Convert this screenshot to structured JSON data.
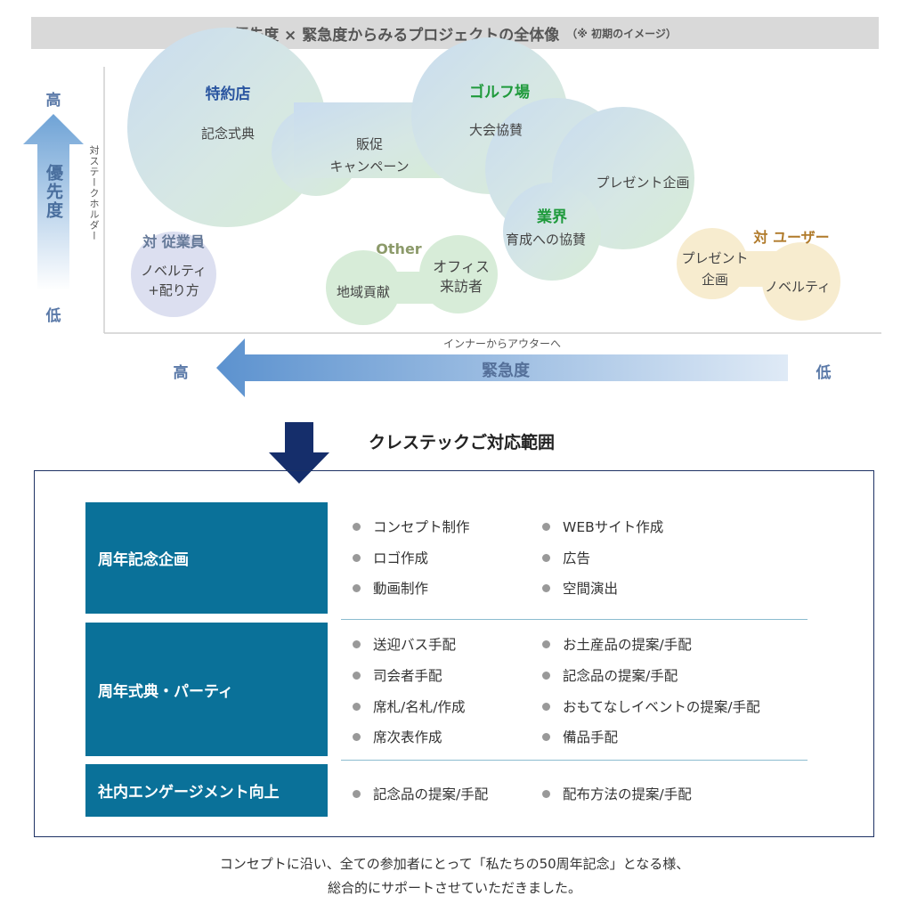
{
  "header": {
    "title": "優先度 × 緊急度からみるプロジェクトの全体像",
    "note": "（※ 初期のイメージ）"
  },
  "axes": {
    "y_label_vertical": "対ステークホルダー",
    "y_arrow_label": "優先度",
    "y_high": "高",
    "y_low": "低",
    "x_caption": "インナーからアウターへ",
    "x_arrow_label": "緊急度",
    "x_high": "高",
    "x_low": "低"
  },
  "groups": {
    "tokuyakuten": {
      "name": "特約店",
      "items": [
        "記念式典",
        "販促",
        "キャンペーン"
      ],
      "color": "#2a55a0"
    },
    "golf": {
      "name": "ゴルフ場",
      "items": [
        "大会協賛",
        "プレゼント企画"
      ],
      "color": "#1f9a3c"
    },
    "gyokai": {
      "name": "業界",
      "items": [
        "育成への協賛"
      ],
      "color": "#1f9a3c"
    },
    "employee": {
      "name": "対 従業員",
      "items": [
        "ノベルティ",
        "+配り方"
      ],
      "color": "#667a99"
    },
    "other": {
      "name": "Other",
      "items": [
        "地域貢献",
        "オフィス",
        "来訪者"
      ],
      "color": "#8c9a6a"
    },
    "user": {
      "name": "対 ユーザー",
      "items": [
        "プレゼント",
        "企画",
        "ノベルティ"
      ],
      "color": "#b07a2a"
    }
  },
  "scope": {
    "title": "クレステックご対応範囲",
    "categories": [
      {
        "label": "周年記念企画",
        "left": [
          "コンセプト制作",
          "ロゴ作成",
          "動画制作"
        ],
        "right": [
          "WEBサイト作成",
          "広告",
          "空間演出"
        ]
      },
      {
        "label": "周年式典・パーティ",
        "left": [
          "送迎バス手配",
          "司会者手配",
          "席札/名札/作成",
          "席次表作成"
        ],
        "right": [
          "お土産品の提案/手配",
          "記念品の提案/手配",
          "おもてなしイベントの提案/手配",
          "備品手配"
        ]
      },
      {
        "label": "社内エンゲージメント向上",
        "left": [
          "記念品の提案/手配"
        ],
        "right": [
          "配布方法の提案/手配"
        ]
      }
    ]
  },
  "footer": {
    "line1": "コンセプトに沿い、全ての参加者にとって「私たちの50周年記念」となる様、",
    "line2": "総合的にサポートさせていただきました。"
  }
}
